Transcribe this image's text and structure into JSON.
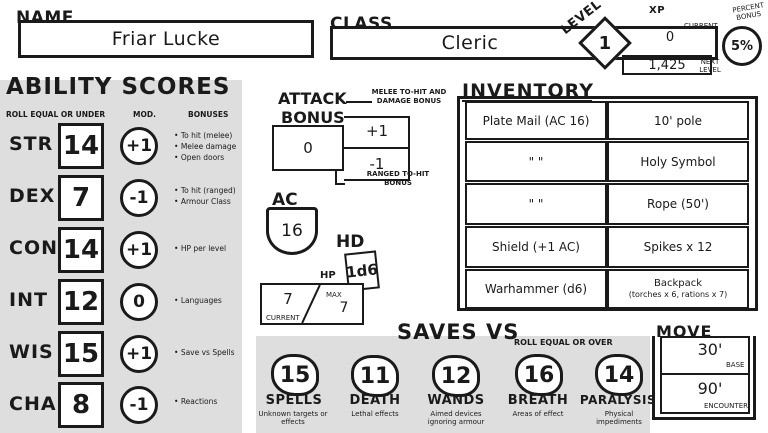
{
  "header": {
    "name_label": "Name",
    "name_value": "Friar Lucke",
    "class_label": "Class",
    "class_value": "Cleric",
    "level_label": "Level",
    "level_value": "1",
    "xp_label": "XP",
    "xp_current_label": "Current",
    "xp_current_value": "0",
    "xp_next_label": "Next Level",
    "xp_next_value": "1,425",
    "percent_bonus_label": "Percent Bonus",
    "percent_bonus_value": "5%"
  },
  "abilities": {
    "title": "Ability Scores",
    "roll_label": "Roll equal or under",
    "mod_label": "Mod.",
    "bonuses_label": "Bonuses",
    "rows": [
      {
        "name": "Str",
        "score": "14",
        "mod": "+1",
        "bonuses": [
          "To hit (melee)",
          "Melee damage",
          "Open doors"
        ]
      },
      {
        "name": "Dex",
        "score": "7",
        "mod": "-1",
        "bonuses": [
          "To hit (ranged)",
          "Armour Class"
        ]
      },
      {
        "name": "Con",
        "score": "14",
        "mod": "+1",
        "bonuses": [
          "HP per level"
        ]
      },
      {
        "name": "Int",
        "score": "12",
        "mod": "0",
        "bonuses": [
          "Languages"
        ]
      },
      {
        "name": "Wis",
        "score": "15",
        "mod": "+1",
        "bonuses": [
          "Save vs Spells"
        ]
      },
      {
        "name": "Cha",
        "score": "8",
        "mod": "-1",
        "bonuses": [
          "Reactions"
        ]
      }
    ]
  },
  "attack": {
    "title_line1": "Attack",
    "title_line2": "Bonus",
    "value": "0",
    "melee_label": "Melee to-hit and damage bonus",
    "melee_value": "+1",
    "ranged_label": "Ranged to-hit bonus",
    "ranged_value": "-1"
  },
  "ac": {
    "label": "AC",
    "value": "16"
  },
  "hd": {
    "label": "HD",
    "value": "1d6"
  },
  "hp": {
    "label": "HP",
    "current_value": "7",
    "current_label": "Current",
    "max_label": "Max",
    "max_value": "7"
  },
  "inventory": {
    "title": "Inventory",
    "items": [
      "Plate Mail (AC 16)",
      "10' pole",
      "\"     \"",
      "Holy Symbol",
      "\"     \"",
      "Rope (50')",
      "Shield (+1 AC)",
      "Spikes x 12",
      "Warhammer (d6)",
      "Backpack",
      "(torches x 6, rations x 7)"
    ]
  },
  "saves": {
    "title": "Saves vs",
    "subtitle": "Roll equal or over",
    "items": [
      {
        "name": "Spells",
        "value": "15",
        "desc": "Unknown targets or effects"
      },
      {
        "name": "Death",
        "value": "11",
        "desc": "Lethal effects"
      },
      {
        "name": "Wands",
        "value": "12",
        "desc": "Aimed devices ignoring armour"
      },
      {
        "name": "Breath",
        "value": "16",
        "desc": "Areas of effect"
      },
      {
        "name": "Paralysis",
        "value": "14",
        "desc": "Physical impediments"
      }
    ]
  },
  "move": {
    "title": "Move",
    "base_value": "30'",
    "base_label": "Base",
    "encounter_value": "90'",
    "encounter_label": "Encounter"
  }
}
